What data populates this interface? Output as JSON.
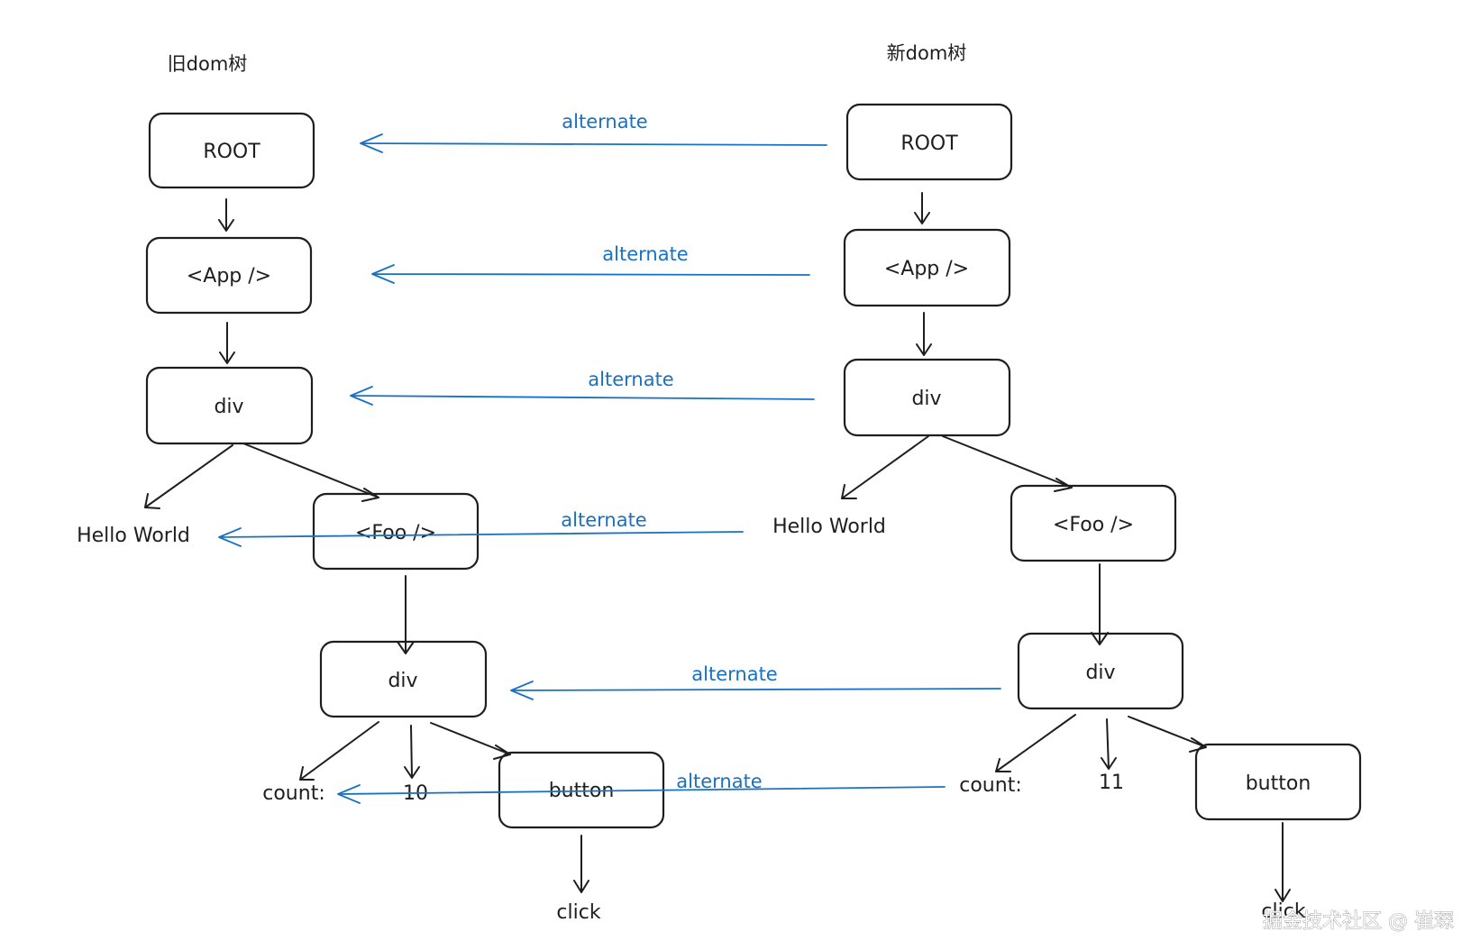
{
  "trees": {
    "old_title": "旧dom树",
    "new_title": "新dom树"
  },
  "old_tree": {
    "root": "ROOT",
    "app": "<App />",
    "div": "div",
    "hello": "Hello World",
    "foo": "<Foo />",
    "foo_div": "div",
    "count": "count:",
    "count_value": "10",
    "button": "button",
    "click": "click"
  },
  "new_tree": {
    "root": "ROOT",
    "app": "<App />",
    "div": "div",
    "hello": "Hello World",
    "foo": "<Foo />",
    "foo_div": "div",
    "count": "count:",
    "count_value": "11",
    "button": "button",
    "click": "click"
  },
  "alternate_labels": [
    "alternate",
    "alternate",
    "alternate",
    "alternate",
    "alternate",
    "alternate"
  ],
  "watermark": "掘金技术社区 @ 崔琛",
  "colors": {
    "stroke": "#1e1e1e",
    "alternate": "#1971c2"
  }
}
